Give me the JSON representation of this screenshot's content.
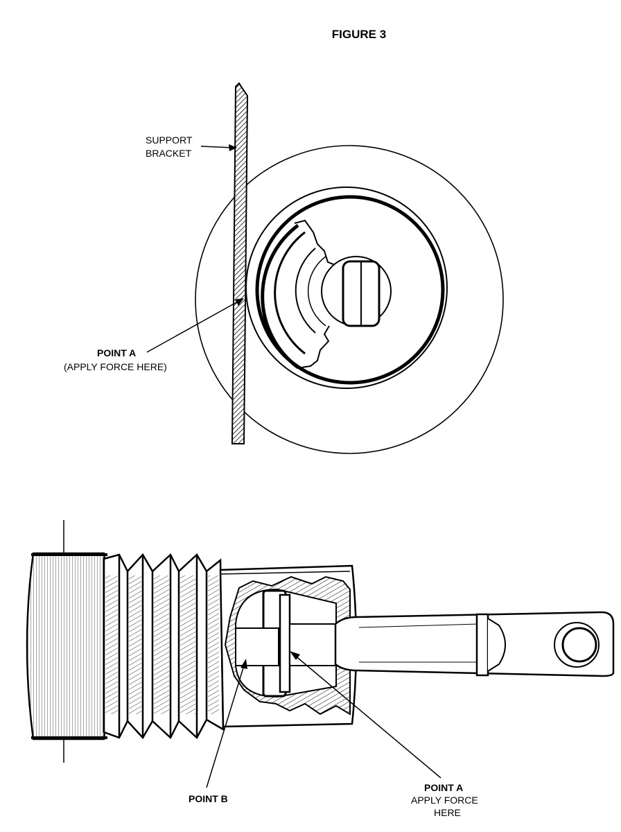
{
  "figure": {
    "title": "FIGURE 3"
  },
  "top_view": {
    "support_label_1": "SUPPORT",
    "support_label_2": "BRACKET",
    "point_a_label": "POINT A",
    "point_a_note": "(APPLY FORCE HERE)"
  },
  "side_view": {
    "point_b_label": "POINT B",
    "point_a_label": "POINT A",
    "point_a_note_1": "APPLY FORCE",
    "point_a_note_2": "HERE"
  }
}
